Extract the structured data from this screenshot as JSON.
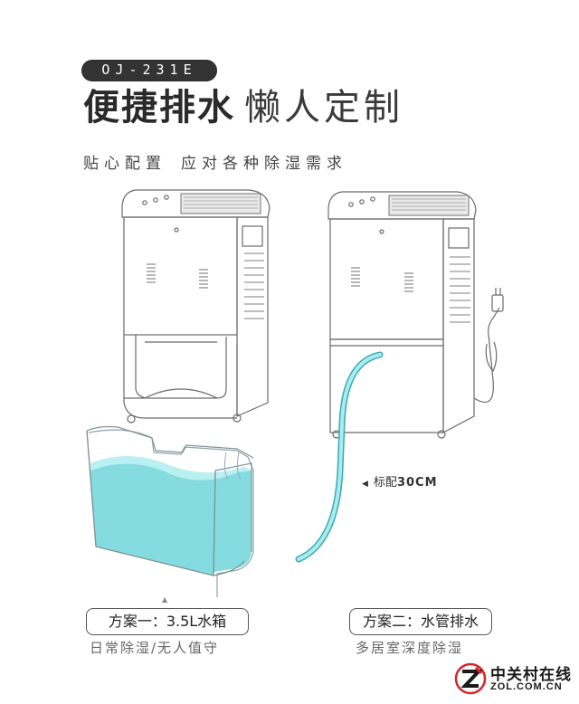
{
  "model_code": "OJ-231E",
  "headline": {
    "primary": "便捷排水",
    "secondary": "懒人定制"
  },
  "subline": {
    "part1": "贴心配置",
    "part2": "应对各种除湿需求"
  },
  "hose_label": {
    "prefix": "标配",
    "length": "30CM"
  },
  "plans": [
    {
      "title": "方案一：3.5L水箱",
      "description": "日常除湿/无人值守"
    },
    {
      "title": "方案二：水管排水",
      "description": "多居室深度除湿"
    }
  ],
  "watermark": {
    "cn": "中关村在线",
    "en": "ZOL.COM.CN"
  },
  "colors": {
    "water": "#6fd6dc",
    "tank_outline": "#8fa3a8",
    "hose": "#5cc4cc",
    "line_art": "#6b6b6b",
    "logo_accent": "#d9232a"
  }
}
